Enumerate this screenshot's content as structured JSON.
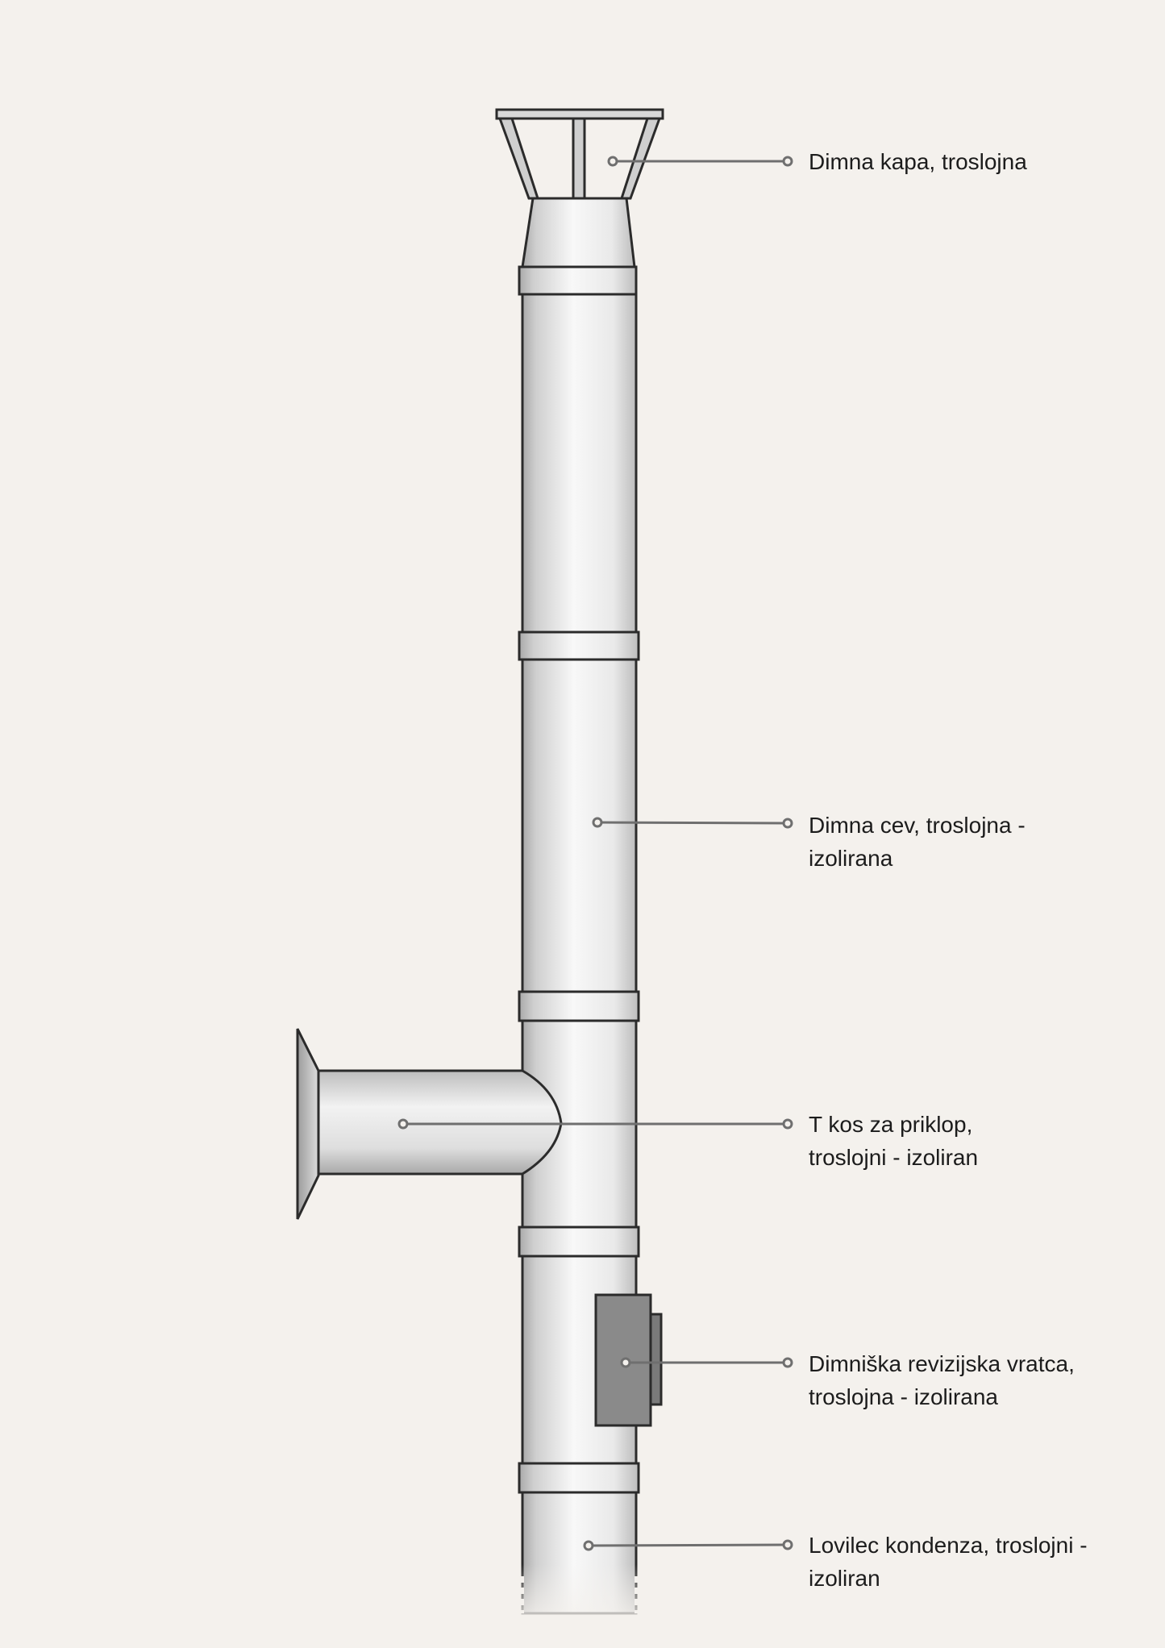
{
  "colors": {
    "background": "#f4f1ed",
    "outline": "#2b2b2b",
    "metal_light": "#f6f6f6",
    "metal_mid": "#cfcfcf",
    "metal_dark": "#a8a8a8",
    "door": "#8a8a8a",
    "leader_line": "#6f6f6f",
    "text": "#1c1c1c"
  },
  "labels": {
    "cap": "Dimna kapa, troslojna",
    "pipe": "Dimna cev, troslojna -\nizolirana",
    "tee": "T kos za priklop,\ntroslojni - izoliran",
    "door": "Dimniška revizijska vratca,\ntroslojna - izolirana",
    "condensate": "Lovilec kondenza, troslojni -\nizoliran"
  }
}
